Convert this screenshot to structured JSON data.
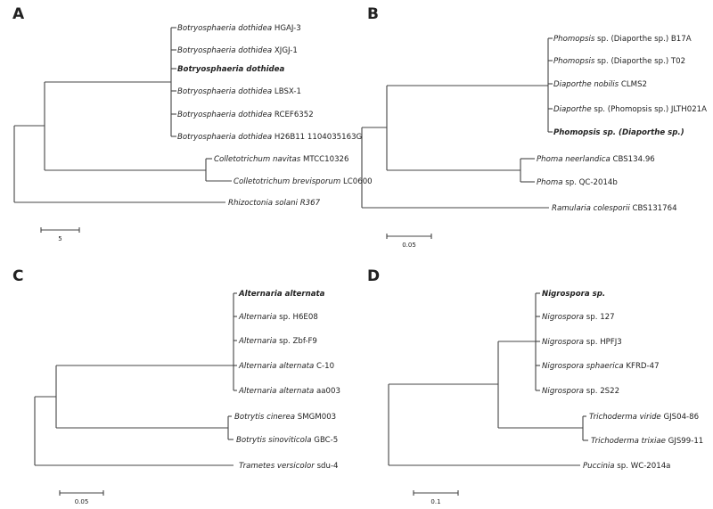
{
  "panels": [
    {
      "letter": "A",
      "taxa": [
        {
          "genus": "Botryosphaeria dothidea",
          "strain": "HGAJ-3",
          "bold": false
        },
        {
          "genus": "Botryosphaeria dothidea",
          "strain": "XJGJ-1",
          "bold": false
        },
        {
          "genus": "Botryosphaeria dothidea",
          "strain": "",
          "bold": true
        },
        {
          "genus": "Botryosphaeria dothidea",
          "strain": "LBSX-1",
          "bold": false
        },
        {
          "genus": "Botryosphaeria dothidea",
          "strain": "RCEF6352",
          "bold": false
        },
        {
          "genus": "Botryosphaeria dothidea",
          "strain": "H26B11 1104035163G",
          "bold": false
        },
        {
          "genus": "Colletotrichum navitas",
          "strain": "MTCC10326",
          "bold": false
        },
        {
          "genus": "Colletotrichum brevisporum",
          "strain": "LC0600",
          "bold": false
        },
        {
          "genus": "Rhizoctonia solani R367",
          "strain": "",
          "bold": false
        }
      ],
      "scale": "5"
    },
    {
      "letter": "B",
      "taxa": [
        {
          "genus": "Phomopsis",
          "strain": "sp. (Diaporthe sp.) B17A",
          "bold": false
        },
        {
          "genus": "Phomopsis",
          "strain": "sp. (Diaporthe sp.) T02",
          "bold": false
        },
        {
          "genus": "Diaporthe nobilis",
          "strain": "CLMS2",
          "bold": false
        },
        {
          "genus": "Diaporthe",
          "strain": "sp. (Phomopsis sp.) JLTH021A",
          "bold": false
        },
        {
          "genus": "Phomopsis sp. (Diaporthe sp.)",
          "strain": "",
          "bold": true
        },
        {
          "genus": "Phoma neerlandica",
          "strain": "CBS134.96",
          "bold": false
        },
        {
          "genus": "Phoma",
          "strain": "sp. QC-2014b",
          "bold": false
        },
        {
          "genus": "Ramularia colesporii",
          "strain": "CBS131764",
          "bold": false
        }
      ],
      "scale": "0.05"
    },
    {
      "letter": "C",
      "taxa": [
        {
          "genus": "Alternaria alternata",
          "strain": "",
          "bold": true
        },
        {
          "genus": "Alternaria",
          "strain": "sp. H6E08",
          "bold": false
        },
        {
          "genus": "Alternaria",
          "strain": "sp. Zbf-F9",
          "bold": false
        },
        {
          "genus": "Alternaria alternata",
          "strain": "C-10",
          "bold": false
        },
        {
          "genus": "Alternaria alternata",
          "strain": "aa003",
          "bold": false
        },
        {
          "genus": "Botrytis cinerea",
          "strain": "SMGM003",
          "bold": false
        },
        {
          "genus": "Botrytis sinoviticola",
          "strain": "GBC-5",
          "bold": false
        },
        {
          "genus": "Trametes versicolor",
          "strain": "sdu-4",
          "bold": false
        }
      ],
      "scale": "0.05"
    },
    {
      "letter": "D",
      "taxa": [
        {
          "genus": "Nigrospora sp.",
          "strain": "",
          "bold": true
        },
        {
          "genus": "Nigrospora",
          "strain": "sp. 127",
          "bold": false
        },
        {
          "genus": "Nigrospora",
          "strain": "sp. HPFJ3",
          "bold": false
        },
        {
          "genus": "Nigrospora sphaerica",
          "strain": "KFRD-47",
          "bold": false
        },
        {
          "genus": "Nigrospora",
          "strain": "sp. 2S22",
          "bold": false
        },
        {
          "genus": "Trichoderma viride",
          "strain": "GJS04-86",
          "bold": false
        },
        {
          "genus": "Trichoderma trixiae",
          "strain": "GJS99-11",
          "bold": false
        },
        {
          "genus": "Puccinia",
          "strain": "sp. WC-2014a",
          "bold": false
        }
      ],
      "scale": "0.1"
    }
  ]
}
